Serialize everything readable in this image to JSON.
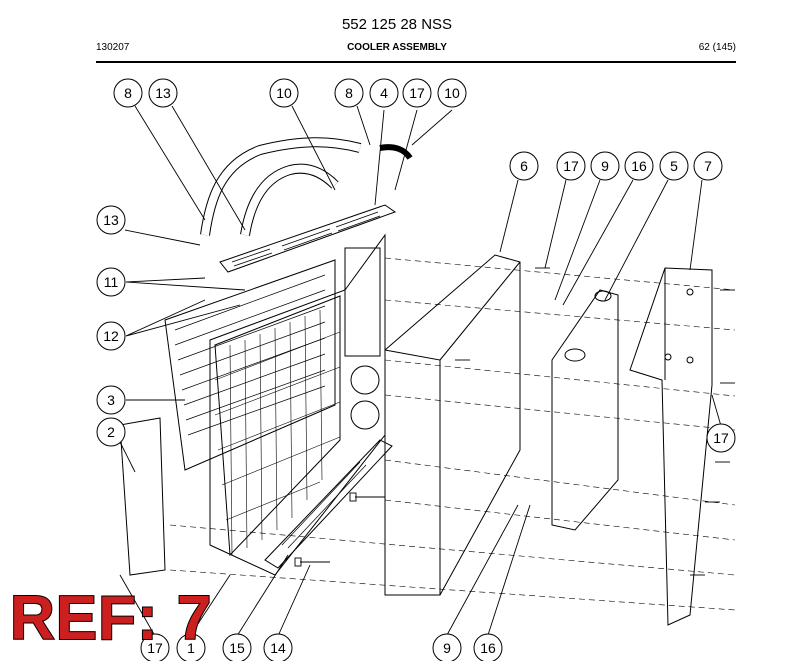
{
  "header": {
    "part_number": "552 125 28 NSS",
    "date_code": "130207",
    "section_title": "COOLER ASSEMBLY",
    "page": "62 (145)"
  },
  "callouts": [
    "8",
    "13",
    "10",
    "8",
    "4",
    "17",
    "10",
    "6",
    "17",
    "9",
    "16",
    "5",
    "7",
    "13",
    "11",
    "12",
    "3",
    "2",
    "17",
    "17",
    "1",
    "15",
    "14",
    "9",
    "16"
  ],
  "ref_label": "REF: 7"
}
